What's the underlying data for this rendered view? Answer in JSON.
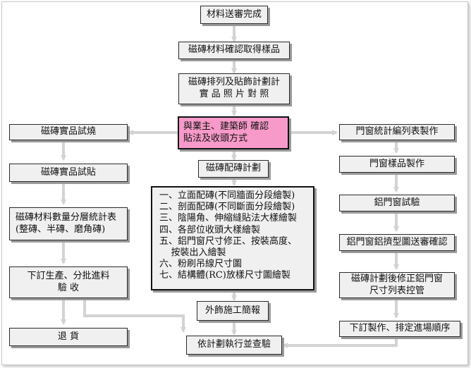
{
  "flowchart": {
    "center": {
      "step1": "材料送審完成",
      "step2": "磁磚材料確認取得樣品",
      "step3": "磁磚排列及貼飾計劃計\n實 品 照 片 對 照",
      "step4": "與業主、建築師 確認\n貼法及收頭方式",
      "step5": "磁磚配磚計劃",
      "plan_items": [
        "一、立面配磚(不同牆面分段繪製)",
        "二、剖面配磚(不同斷面分段繪製)",
        "三、陰陽角、伸縮縫貼法大樣繪製",
        "四、各部位收頭大樣繪製",
        "五、鋁門窗尺寸修正、按裝高度、",
        "    按裝出入繪製",
        "六、粉刷吊線尺寸圖",
        "七、結構體(RC)放樣尺寸圖繪製"
      ],
      "step6": "外飾施工簡報",
      "final": "依計劃執行並查驗"
    },
    "left": {
      "step1": "磁磚實品試燒",
      "step2": "磁磚實品試貼",
      "step3": "磁磚材料數量分層統計表\n(整磚、半磚、磨角磚)",
      "step4": "下訂生產、分批進料\n驗                  收",
      "step5": "退                  貨"
    },
    "right": {
      "step1": "門窗統計編列表製作",
      "step2": "門窗樣品製作",
      "step3": "鋁門窗試驗",
      "step4": "鋁門窗鋁擠型圖送審確認",
      "step5": "磁磚計劃後修正鋁門窗\n尺寸列表控管",
      "step6": "下訂製作、排定進場順序"
    },
    "colors": {
      "arrow": "#d3d3d3",
      "box_fill": "#f0f0f0",
      "highlight_fill": "#f79ac9"
    }
  }
}
